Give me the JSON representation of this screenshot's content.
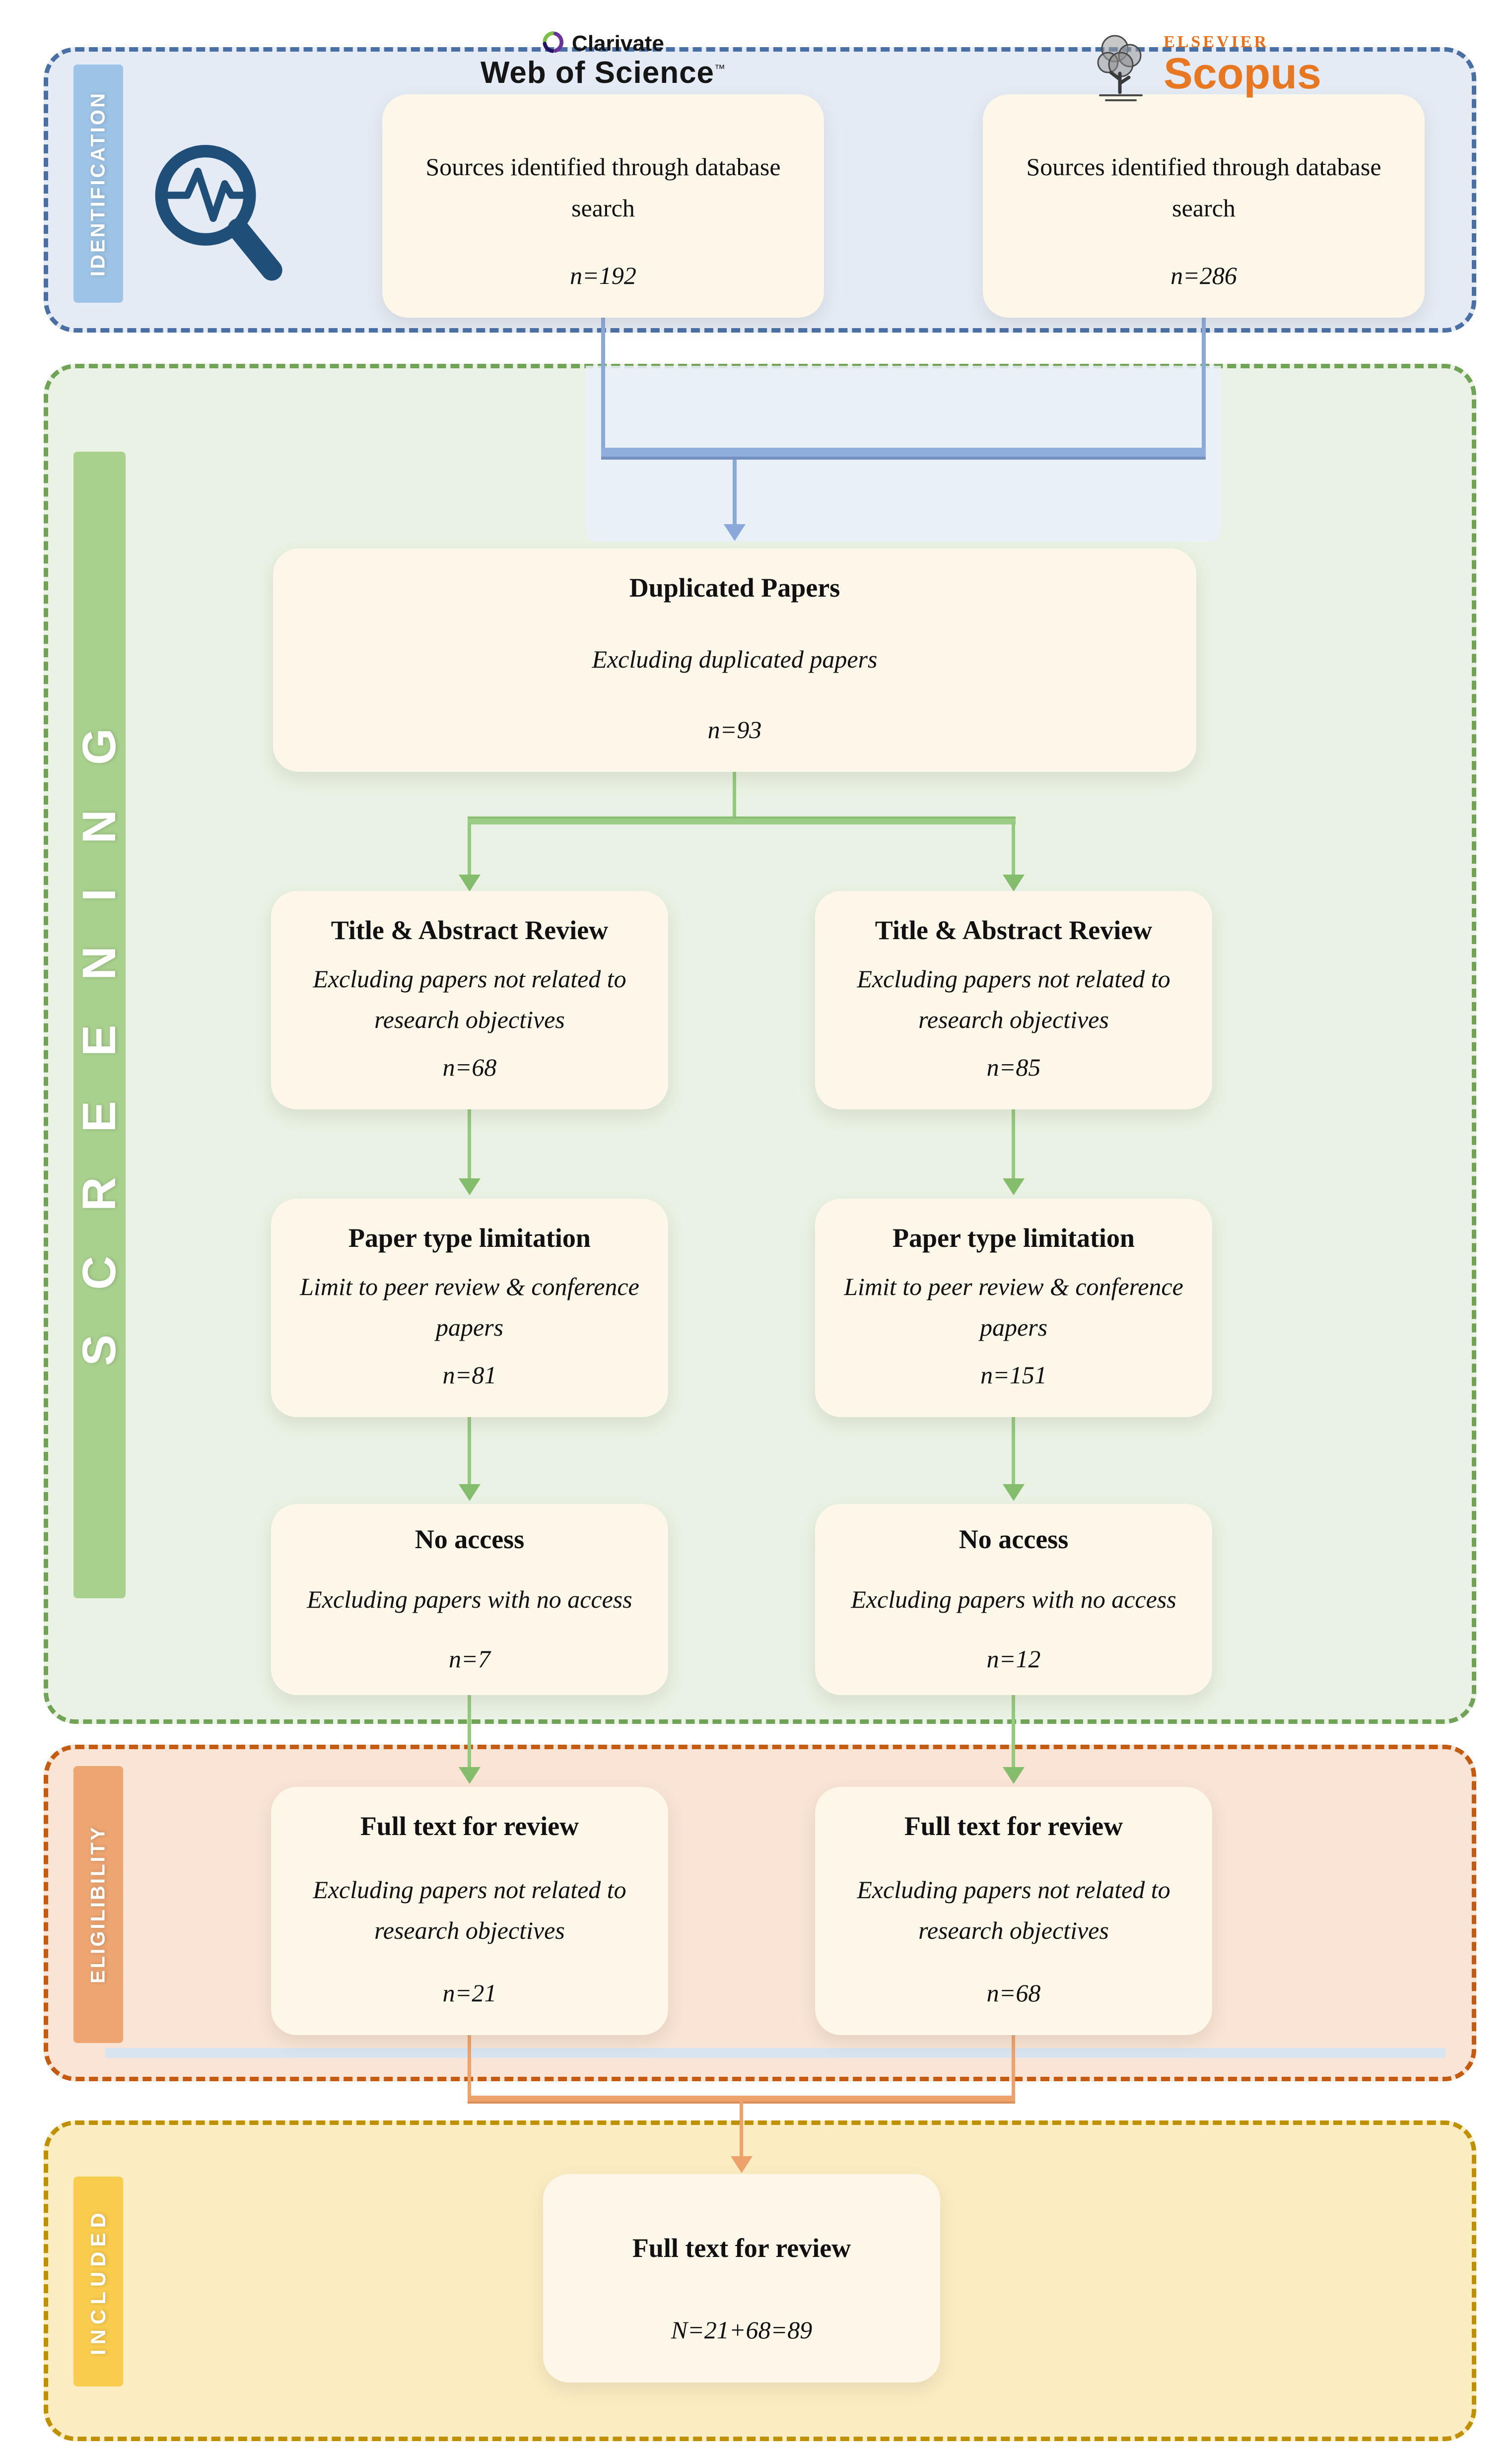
{
  "sections": {
    "identification": {
      "label": "IDENTIFICATION",
      "boxes": [
        {
          "text": "Sources identified through database search",
          "value": "n=192"
        },
        {
          "text": "Sources identified through database search",
          "value": "n=286"
        }
      ]
    },
    "screening": {
      "label": "SCREENING",
      "duplicated": {
        "title": "Duplicated Papers",
        "desc": "Excluding duplicated papers",
        "value": "n=93"
      },
      "rows": [
        {
          "left": {
            "title": "Title & Abstract Review",
            "desc": "Excluding papers not related to research objectives",
            "value": "n=68"
          },
          "right": {
            "title": "Title & Abstract Review",
            "desc": "Excluding papers not related to research objectives",
            "value": "n=85"
          }
        },
        {
          "left": {
            "title": "Paper type limitation",
            "desc": "Limit to peer review & conference papers",
            "value": "n=81"
          },
          "right": {
            "title": "Paper type limitation",
            "desc": "Limit to peer review & conference papers",
            "value": "n=151"
          }
        },
        {
          "left": {
            "title": "No access",
            "desc": "Excluding papers with no access",
            "value": "n=7"
          },
          "right": {
            "title": "No access",
            "desc": "Excluding papers with no access",
            "value": "n=12"
          }
        }
      ]
    },
    "eligibility": {
      "label": "ELIGILIBILITY",
      "left": {
        "title": "Full text for review",
        "desc": "Excluding papers not related to research objectives",
        "value": "n=21"
      },
      "right": {
        "title": "Full text for review",
        "desc": "Excluding papers not related to research objectives",
        "value": "n=68"
      }
    },
    "included": {
      "label": "INCLUDED",
      "box": {
        "title": "Full text for review",
        "value": "N=21+68=89"
      }
    }
  },
  "logos": {
    "clarivate": "Clarivate",
    "web_of_science": "Web of Science",
    "trademark": "™",
    "elsevier": "ELSEVIER",
    "scopus": "Scopus"
  },
  "colors": {
    "identification_accent": "#9DC3E6",
    "identification_border": "#4A6FA5",
    "screening_accent": "#A9D18E",
    "screening_border": "#71A357",
    "eligibility_accent": "#EDA572",
    "eligibility_border": "#C55A11",
    "included_accent": "#F9CC4E",
    "included_border": "#BF9000",
    "arrow_blue": "#8AA8DA",
    "arrow_green": "#94C97E",
    "arrow_orange": "#EDA26B",
    "box_fill": "#FCF7E9",
    "scopus_orange": "#E87722",
    "elsevier_orange": "#E9711C",
    "magnifier_navy": "#1F4E79"
  }
}
